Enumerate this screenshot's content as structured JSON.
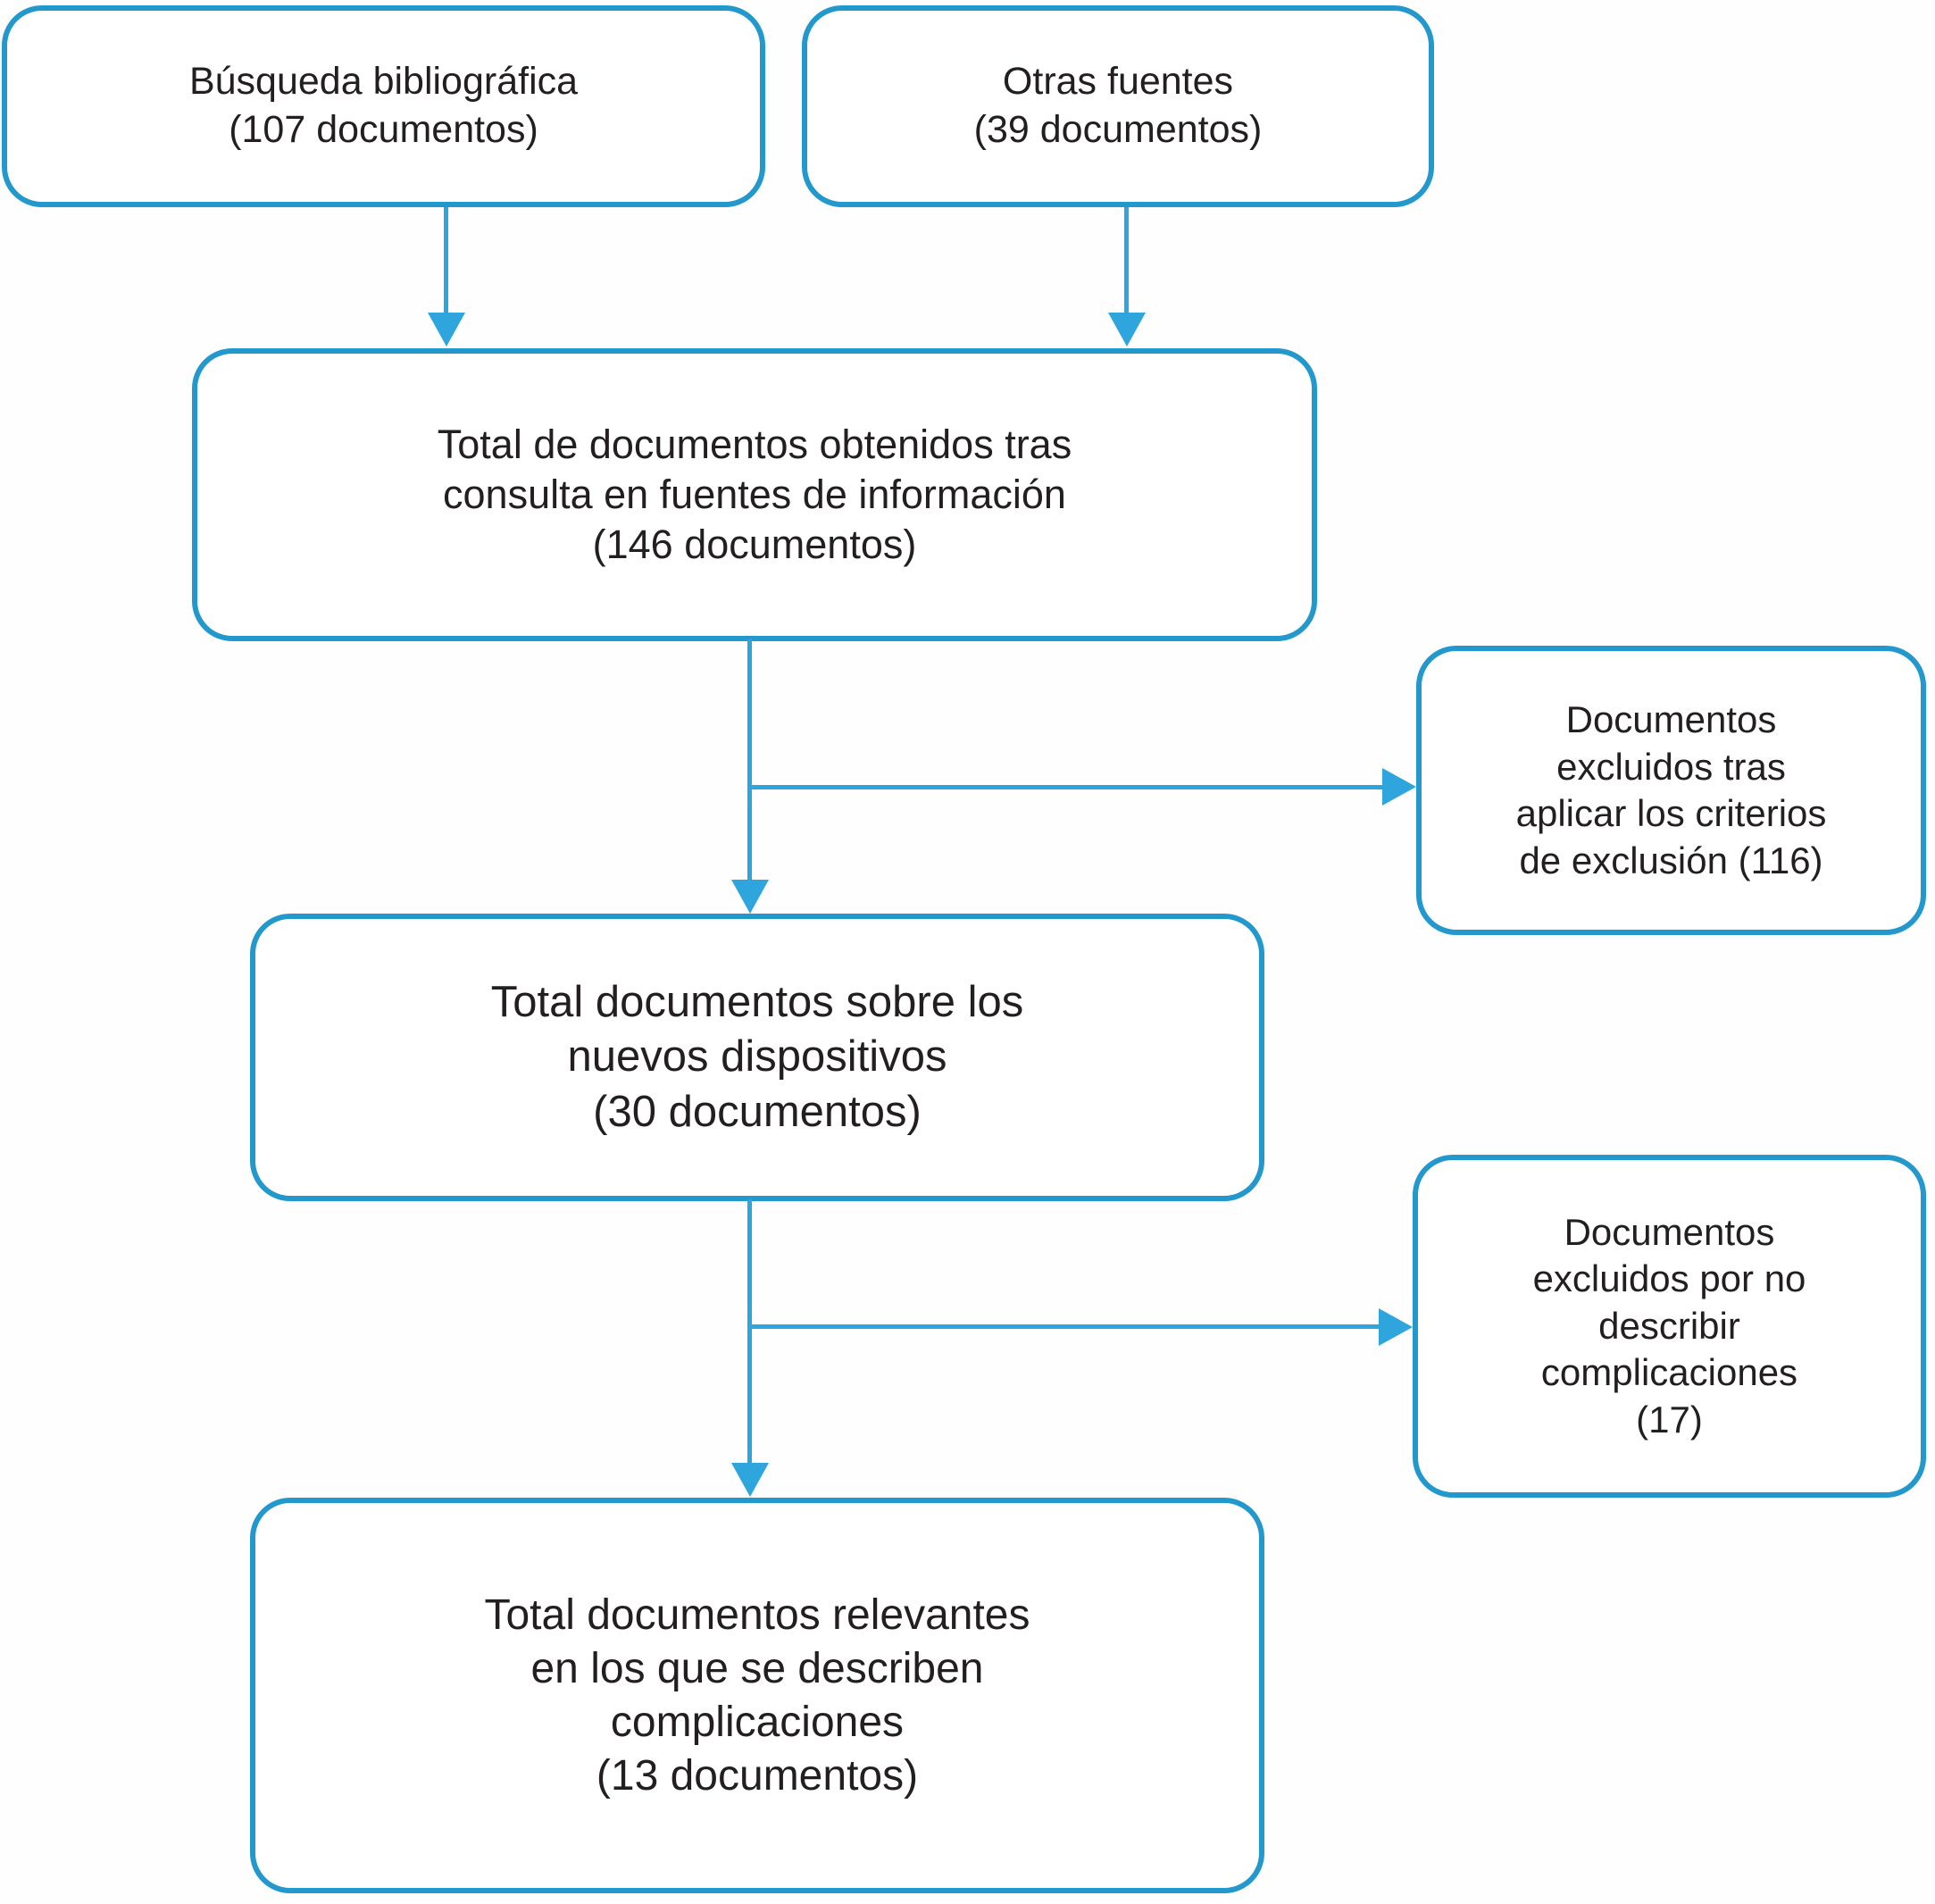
{
  "diagram": {
    "type": "flowchart",
    "language": "es",
    "colors": {
      "box_border": "#2398CC",
      "arrow": "#2EA5DC",
      "text": "#231F20",
      "background": "#FEFEFE"
    },
    "nodes": {
      "busqueda_bibliografica": {
        "label": "Búsqueda bibliográfica\n(107 documentos)",
        "count": 107
      },
      "otras_fuentes": {
        "label": "Otras fuentes\n(39 documentos)",
        "count": 39
      },
      "total_obtenidos": {
        "label": "Total de documentos obtenidos tras\nconsulta en fuentes de información\n(146 documentos)",
        "count": 146
      },
      "excluidos_criterios": {
        "label": "Documentos\nexcluidos tras\naplicar los criterios\nde exclusión (116)",
        "count": 116
      },
      "total_dispositivos": {
        "label": "Total documentos sobre los\nnuevos dispositivos\n(30 documentos)",
        "count": 30
      },
      "excluidos_complicaciones": {
        "label": "Documentos\nexcluidos por no\ndescribir\ncomplicaciones\n(17)",
        "count": 17
      },
      "total_relevantes": {
        "label": "Total documentos relevantes\nen los que se describen\ncomplicaciones\n(13 documentos)",
        "count": 13
      }
    }
  }
}
